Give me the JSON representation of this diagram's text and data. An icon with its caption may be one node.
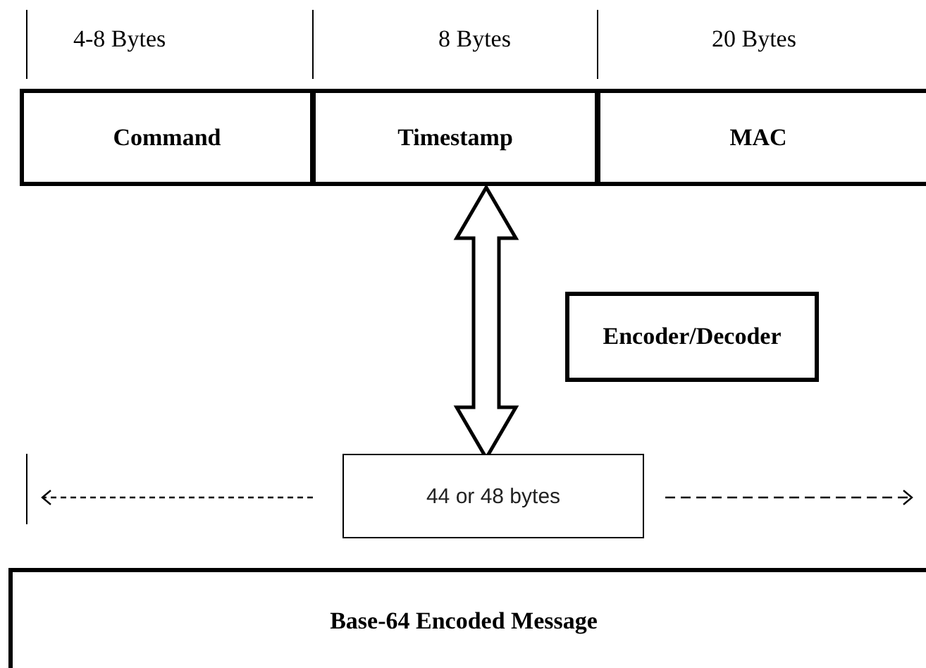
{
  "diagram": {
    "nodes": [
      {
        "text": [
          "Command"
        ]
      },
      {
        "text": [
          "Timestamp"
        ]
      },
      {
        "text": [
          "MAC"
        ]
      },
      {
        "text": [
          "Encoder/Decoder"
        ]
      },
      {
        "text": [
          "44 or 48 bytes"
        ]
      },
      {
        "text": [
          "Base-64 Encoded Message"
        ]
      }
    ],
    "edges": [
      {
        "from": 1,
        "to": 4,
        "arrow": "both",
        "style": "thick"
      }
    ],
    "labels": [
      "4-8 Bytes",
      "8 Bytes",
      "20 Bytes"
    ]
  }
}
